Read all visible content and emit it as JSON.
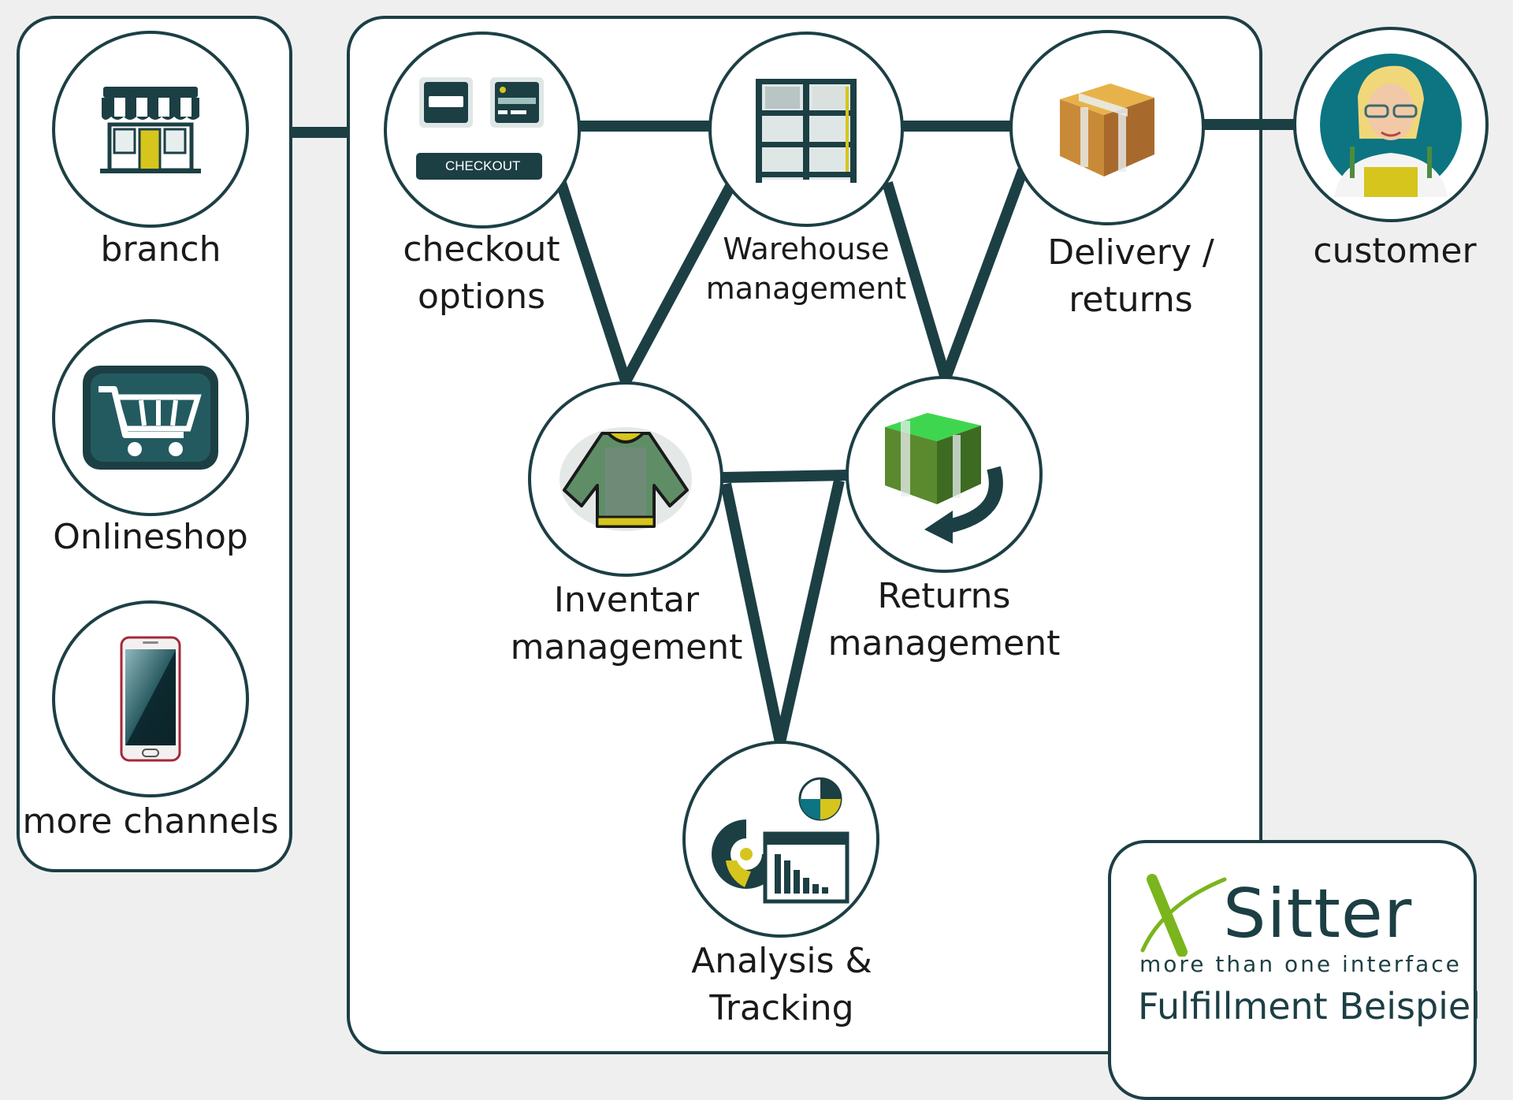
{
  "channels": [
    {
      "id": "branch",
      "label": "branch",
      "icon": "storefront-icon"
    },
    {
      "id": "onlineshop",
      "label": "Onlineshop",
      "icon": "shopping-cart-icon"
    },
    {
      "id": "more",
      "label": "more channels",
      "icon": "smartphone-icon"
    }
  ],
  "process": {
    "checkout": {
      "label": [
        "checkout",
        "options"
      ],
      "icon": "payment-cards-icon",
      "button_text": "CHECKOUT"
    },
    "warehouse": {
      "label": [
        "Warehouse",
        "management"
      ],
      "icon": "warehouse-shelf-icon"
    },
    "delivery": {
      "label": [
        "Delivery /",
        "returns"
      ],
      "icon": "parcel-box-icon"
    },
    "inventory": {
      "label": [
        "Inventar",
        "management"
      ],
      "icon": "sweater-icon"
    },
    "returns": {
      "label": [
        "Returns",
        "management"
      ],
      "icon": "return-box-icon"
    },
    "analysis": {
      "label": [
        "Analysis &",
        "Tracking"
      ],
      "icon": "analytics-chart-icon"
    }
  },
  "customer": {
    "label": "customer",
    "icon": "customer-avatar-icon"
  },
  "brand": {
    "name": "Sitter",
    "logo_letter": "X",
    "tagline": "more than one interface",
    "subtitle": "Fulfillment Beispiel"
  },
  "colors": {
    "dark": "#1c3f44",
    "green": "#7ab51d",
    "yellow": "#d6c51c",
    "teal": "#0c7581"
  }
}
